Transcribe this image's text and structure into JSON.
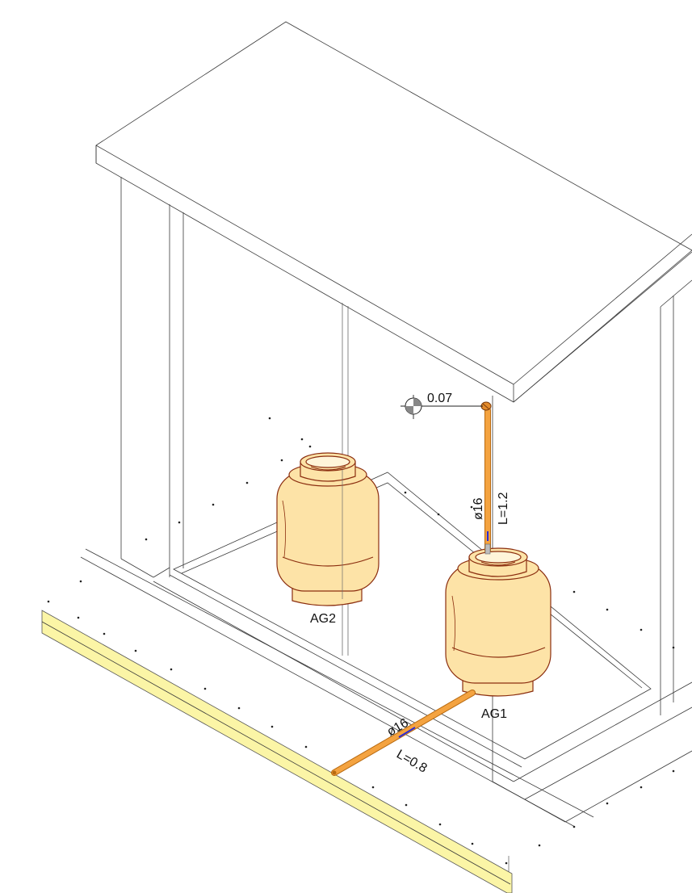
{
  "labels": {
    "cylinder_left": "AG2",
    "cylinder_right": "AG1",
    "elevation_value": "0.07",
    "vertical_pipe_diameter": "ø16",
    "vertical_pipe_length": "L=1.2",
    "horizontal_pipe_diameter": "ø16",
    "horizontal_pipe_length": "L=0.8"
  },
  "colors": {
    "pipe": "#f4a340",
    "pipe_edge": "#b86a10",
    "cylinder_fill": "#fde3a7",
    "cylinder_stroke": "#8b2e0f",
    "wall_strip": "#fbf5a6",
    "valve_marker": "#2b2bd6"
  },
  "icons": {
    "elevation_marker": "elevation-symbol-icon"
  }
}
